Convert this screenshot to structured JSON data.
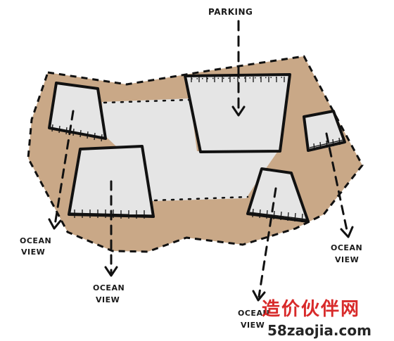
{
  "labels": {
    "parking": "PARKING",
    "ocean_view_1": [
      "OCEAN",
      "VIEW"
    ],
    "ocean_view_2": [
      "OCEAN",
      "VIEW"
    ],
    "ocean_view_3": [
      "OCEAN",
      "VIEW"
    ],
    "ocean_view_4": [
      "OCEAN",
      "VIEW"
    ]
  },
  "watermark": {
    "chinese": "造价伙伴网",
    "url": "58zaojia.com"
  },
  "colors": {
    "site": "#c9a887",
    "building": "#e5e5e5",
    "ink": "#111111",
    "watermark_red": "#d61f1f"
  }
}
